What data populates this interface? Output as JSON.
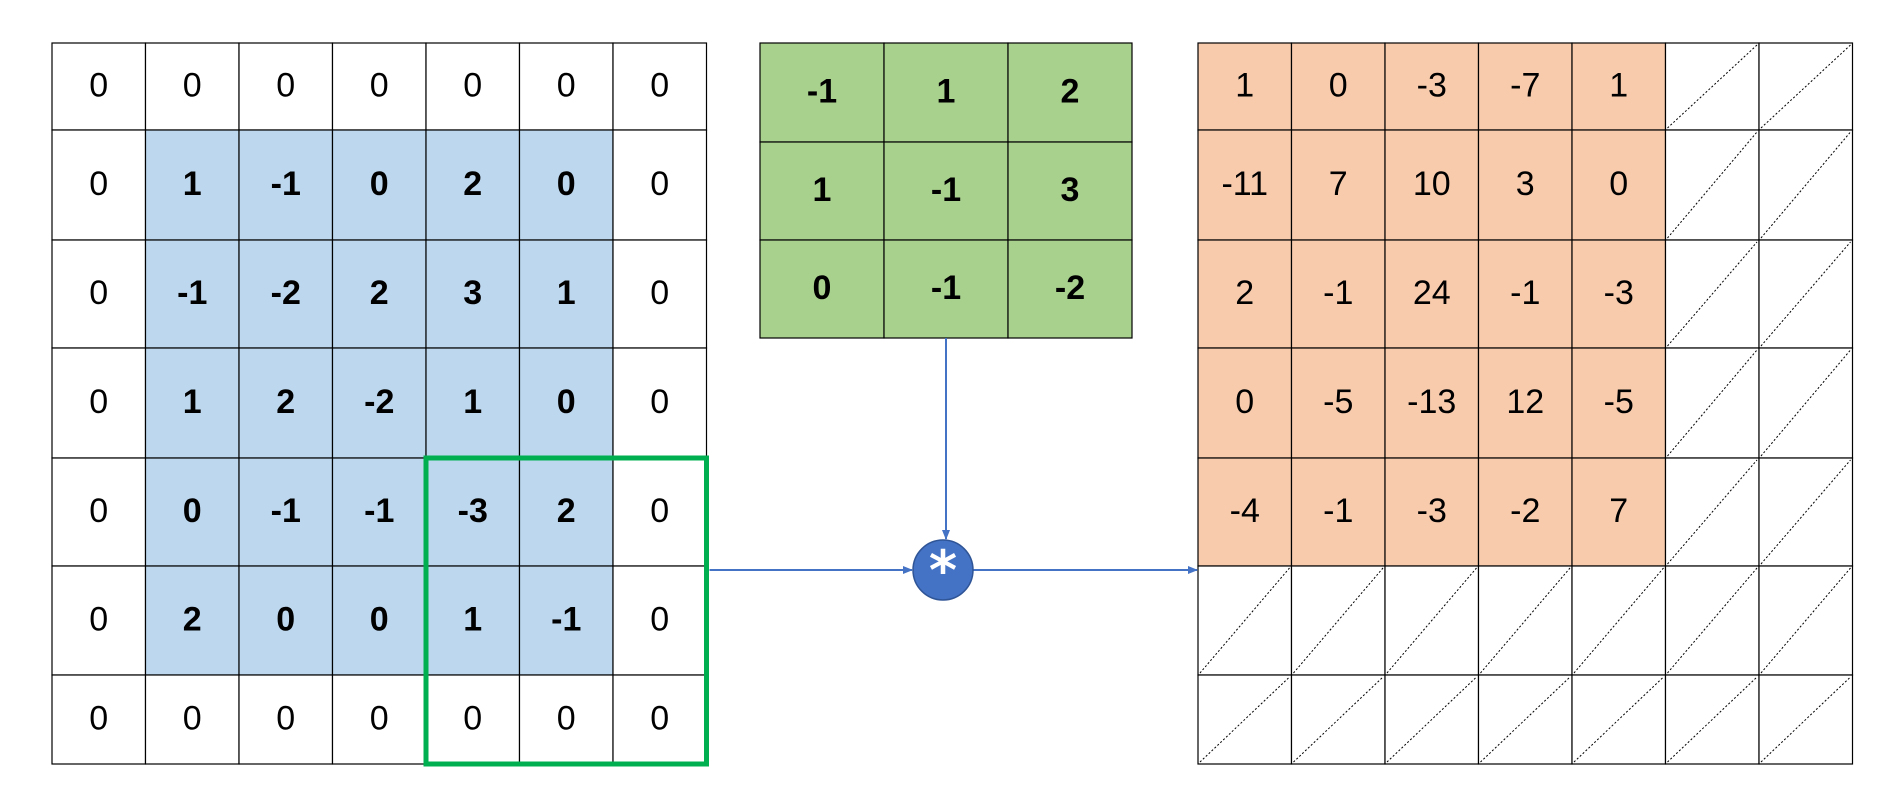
{
  "diagram": {
    "colors": {
      "input_highlight": "#BDD7EE",
      "kernel_fill": "#A9D18E",
      "output_fill": "#F8CBAD",
      "window_border": "#00B050",
      "arrow": "#4472C4",
      "operator_fill": "#4472C4",
      "grid_line": "#000000"
    },
    "input": {
      "rows": [
        [
          "0",
          "0",
          "0",
          "0",
          "0",
          "0",
          "0"
        ],
        [
          "0",
          "1",
          "-1",
          "0",
          "2",
          "0",
          "0"
        ],
        [
          "0",
          "-1",
          "-2",
          "2",
          "3",
          "1",
          "0"
        ],
        [
          "0",
          "1",
          "2",
          "-2",
          "1",
          "0",
          "0"
        ],
        [
          "0",
          "0",
          "-1",
          "-1",
          "-3",
          "2",
          "0"
        ],
        [
          "0",
          "2",
          "0",
          "0",
          "1",
          "-1",
          "0"
        ],
        [
          "0",
          "0",
          "0",
          "0",
          "0",
          "0",
          "0"
        ]
      ],
      "highlight": {
        "row_start": 1,
        "row_end": 5,
        "col_start": 1,
        "col_end": 5
      },
      "window": {
        "row_start": 4,
        "row_end": 6,
        "col_start": 4,
        "col_end": 6
      }
    },
    "kernel": {
      "rows": [
        [
          "-1",
          "1",
          "2"
        ],
        [
          "1",
          "-1",
          "3"
        ],
        [
          "0",
          "-1",
          "-2"
        ]
      ]
    },
    "operator": {
      "symbol": "*",
      "icon": "convolution-operator-icon"
    },
    "output": {
      "rows": [
        [
          "1",
          "0",
          "-3",
          "-7",
          "1",
          "",
          ""
        ],
        [
          "-11",
          "7",
          "10",
          "3",
          "0",
          "",
          ""
        ],
        [
          "2",
          "-1",
          "24",
          "-1",
          "-3",
          "",
          ""
        ],
        [
          "0",
          "-5",
          "-13",
          "12",
          "-5",
          "",
          ""
        ],
        [
          "-4",
          "-1",
          "-3",
          "-2",
          "7",
          "",
          ""
        ],
        [
          "",
          "",
          "",
          "",
          "",
          "",
          ""
        ],
        [
          "",
          "",
          "",
          "",
          "",
          "",
          ""
        ]
      ],
      "filled_rows": 5,
      "filled_cols": 5
    }
  }
}
